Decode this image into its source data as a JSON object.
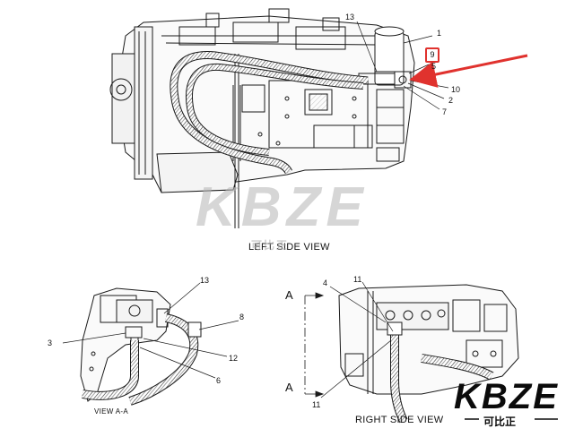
{
  "views": {
    "left": "LEFT SIDE VIEW",
    "a_a": "VIEW A-A",
    "right": "RIGHT SIDE VIEW"
  },
  "callouts_left": [
    "13",
    "1",
    "9",
    "5",
    "10",
    "2",
    "7"
  ],
  "callouts_view_aa": [
    "13",
    "3",
    "8",
    "12",
    "6"
  ],
  "callouts_right": [
    "4",
    "11",
    "11"
  ],
  "section_marks": [
    "A",
    "A"
  ],
  "watermark": {
    "brand": "KBZE",
    "chinese": "可比正"
  },
  "colors": {
    "highlight": "#e0322e",
    "line": "#1a1a1a"
  }
}
